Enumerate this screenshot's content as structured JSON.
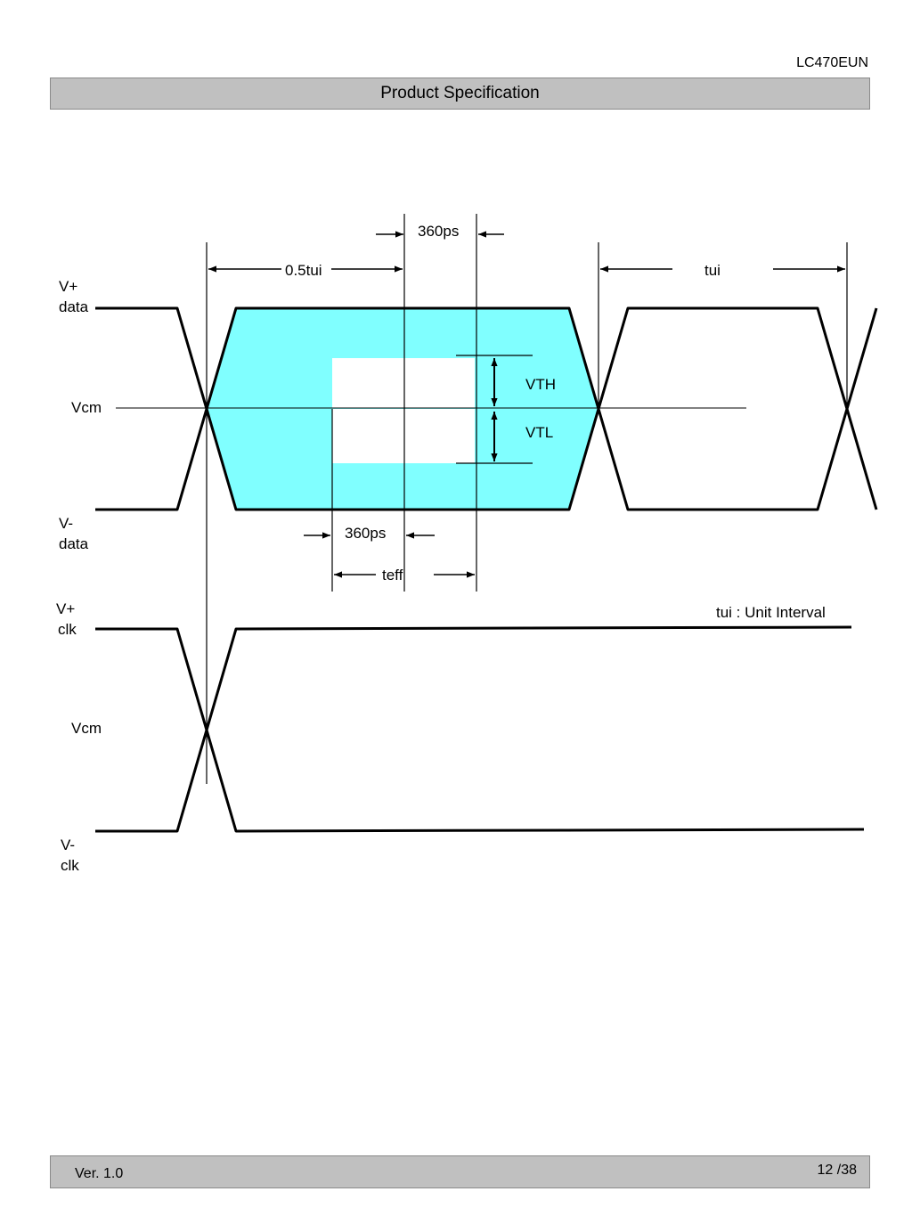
{
  "header": {
    "model": "LC470EUN",
    "title": "Product Specification"
  },
  "footer": {
    "version": "Ver. 1.0",
    "page": "12 /38"
  },
  "diagram": {
    "labels": {
      "v_plus_data_1": "V+",
      "v_plus_data_2": "data",
      "vcm_data": "Vcm",
      "v_minus_data_1": "V-",
      "v_minus_data_2": "data",
      "v_plus_clk_1": "V+",
      "v_plus_clk_2": "clk",
      "vcm_clk": "Vcm",
      "v_minus_clk_1": "V-",
      "v_minus_clk_2": "clk",
      "setup_360ps": "360ps",
      "half_tui": "0.5tui",
      "tui": "tui",
      "vth": "VTH",
      "vtl": "VTL",
      "hold_360ps": "360ps",
      "teff": "teff",
      "legend": "tui : Unit Interval"
    },
    "colors": {
      "eye_fill": "#80ffff",
      "line": "#000000"
    }
  }
}
